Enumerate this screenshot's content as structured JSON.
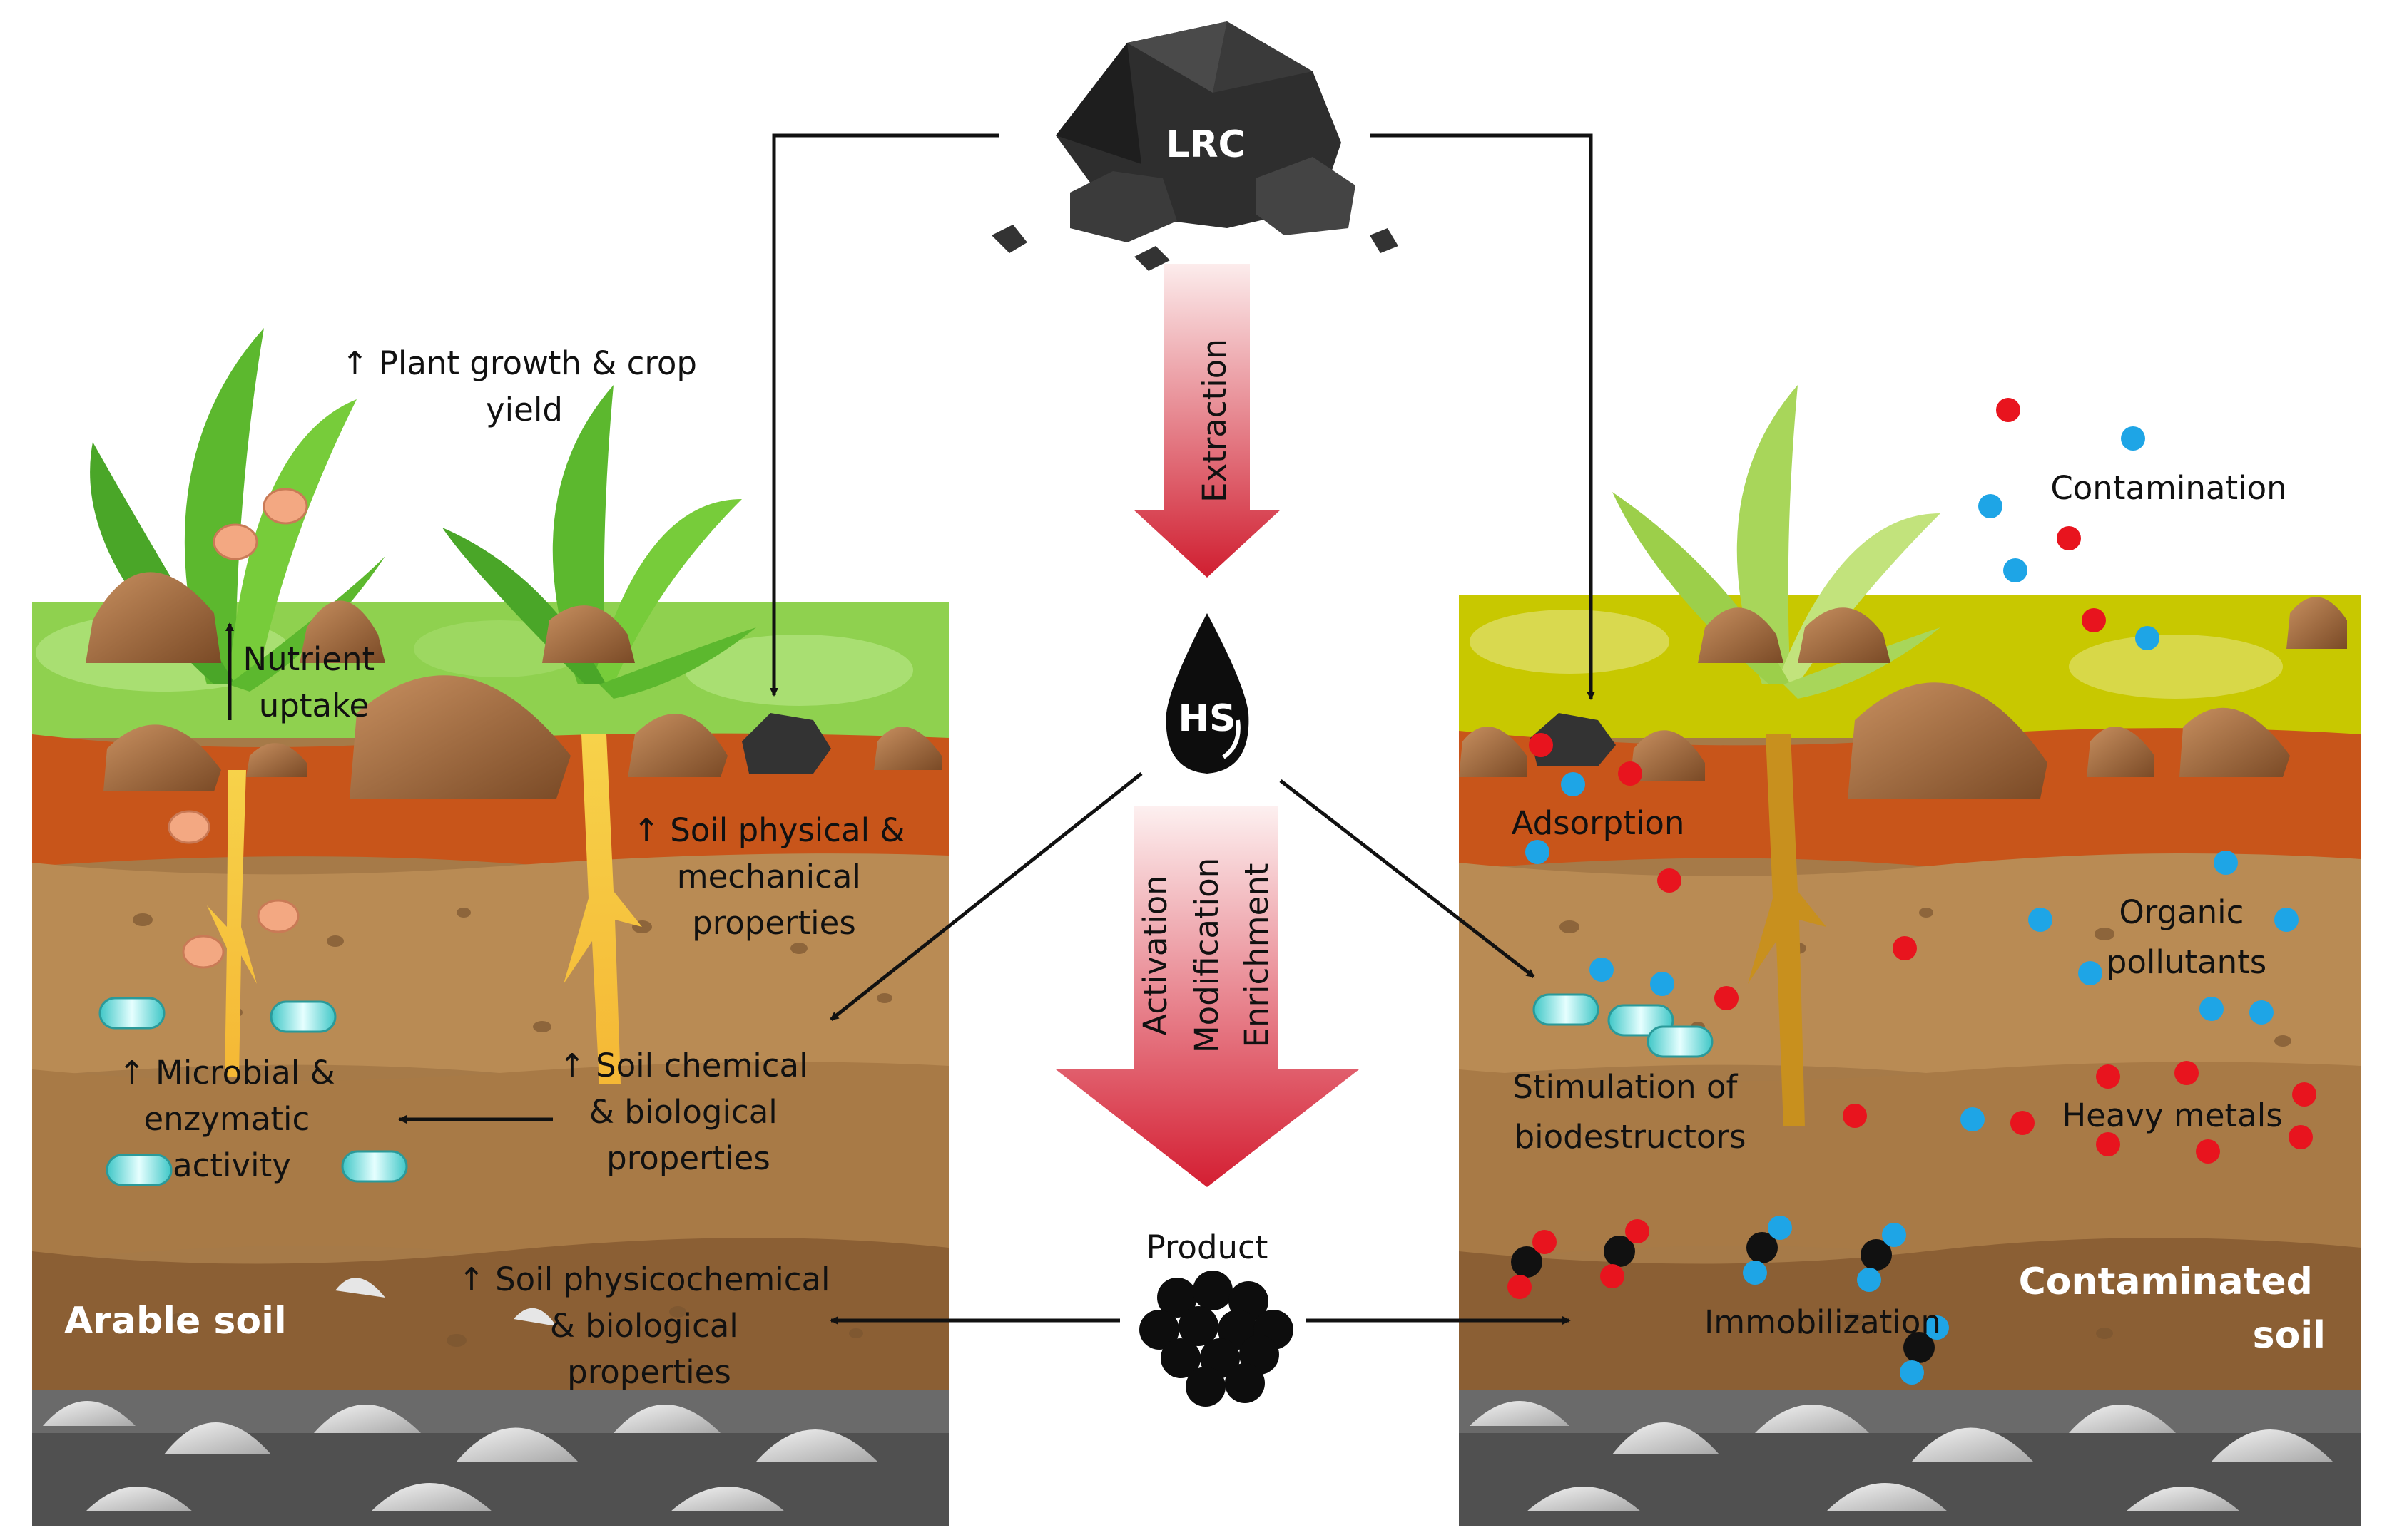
{
  "labels": {
    "lrc": "LRC",
    "hs": "HS",
    "product": "Product",
    "extraction": "Extraction",
    "activation": "Activation",
    "modification": "Modification",
    "enrichment": "Enrichment"
  },
  "arable": {
    "title": "Arable soil",
    "plant_growth": [
      "↑ Plant growth & crop",
      "yield"
    ],
    "nutrient_uptake": [
      "Nutrient",
      "uptake"
    ],
    "physical": [
      "↑ Soil physical &",
      "mechanical",
      "properties"
    ],
    "chemical": [
      "↑ Soil chemical",
      "& biological",
      "properties"
    ],
    "microbial": [
      "↑ Microbial &",
      "enzymatic",
      "activity"
    ],
    "physicochemical": [
      "↑ Soil physicochemical",
      "& biological",
      "properties"
    ]
  },
  "contaminated": {
    "title": [
      "Contaminated",
      "soil"
    ],
    "contamination": "Contamination",
    "adsorption": "Adsorption",
    "organic": [
      "Organic",
      "pollutants"
    ],
    "heavy_metals": "Heavy metals",
    "stimulation": [
      "Stimulation of",
      "biodestructors"
    ],
    "immobilization": "Immobilization"
  },
  "colors": {
    "grass_left": "#8fd14f",
    "grass_right": "#c8c800",
    "topsoil": "#c8551a",
    "midsoil": "#b98b54",
    "subsoil": "#9b6e3e",
    "bedrock": "#555555",
    "pollutant_red": "#e8141e",
    "pollutant_blue": "#1ea5e6",
    "arrow_gradient_top": "#fcebeb",
    "arrow_gradient_bottom": "#d21e32"
  }
}
